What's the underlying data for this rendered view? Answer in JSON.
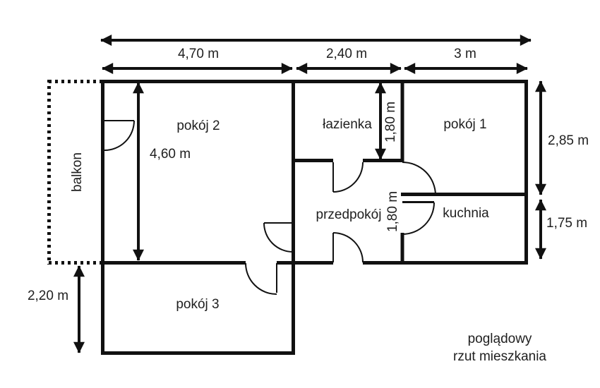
{
  "plan": {
    "caption": {
      "line1": "poglądowy",
      "line2": "rzut mieszkania"
    },
    "rooms": {
      "pokoj2": {
        "label": "pokój 2"
      },
      "lazienka": {
        "label": "łazienka"
      },
      "pokoj1": {
        "label": "pokój 1"
      },
      "przedpokoj": {
        "label": "przedpokój"
      },
      "kuchnia": {
        "label": "kuchnia"
      },
      "pokoj3": {
        "label": "pokój 3"
      },
      "balkon": {
        "label": "balkon"
      }
    },
    "dimensions": {
      "width_pokoj2": "4,70 m",
      "width_lazienka": "2,40 m",
      "width_pokoj1": "3 m",
      "height_pokoj2": "4,60 m",
      "height_lazienka": "1,80 m",
      "height_przedpokoj": "1,80 m",
      "height_pokoj1": "2,85 m",
      "height_kuchnia": "1,75 m",
      "height_pokoj3": "2,20 m"
    },
    "colors": {
      "line": "#111111",
      "text": "#1f1f1f",
      "background": "#ffffff"
    }
  }
}
